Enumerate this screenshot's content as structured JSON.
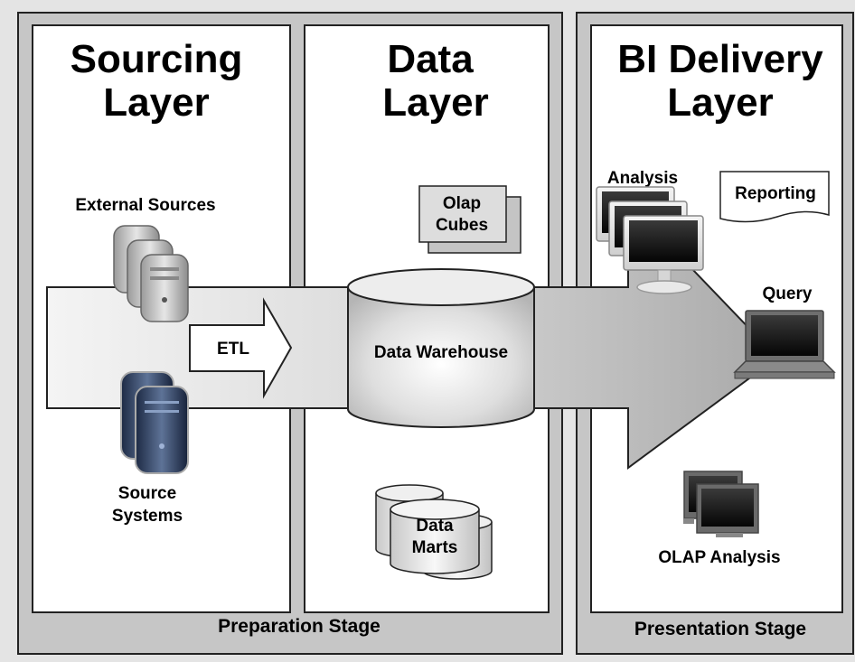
{
  "stages": {
    "preparation": "Preparation Stage",
    "presentation": "Presentation Stage"
  },
  "layers": {
    "sourcing": {
      "line1": "Sourcing",
      "line2": "Layer"
    },
    "data": {
      "line1": "Data",
      "line2": "Layer"
    },
    "bi_delivery": {
      "line1": "BI Delivery",
      "line2": "Layer"
    }
  },
  "nodes": {
    "external_sources": "External Sources",
    "source_systems": {
      "line1": "Source",
      "line2": "Systems"
    },
    "etl": "ETL",
    "olap_cubes": {
      "line1": "Olap",
      "line2": "Cubes"
    },
    "data_warehouse": "Data Warehouse",
    "data_marts": {
      "line1": "Data",
      "line2": "Marts"
    },
    "analysis": "Analysis",
    "reporting": "Reporting",
    "query": "Query",
    "olap_analysis": "OLAP Analysis"
  },
  "icons": [
    "server-icon",
    "monitor-icon",
    "laptop-icon",
    "database-icon",
    "document-icon"
  ]
}
